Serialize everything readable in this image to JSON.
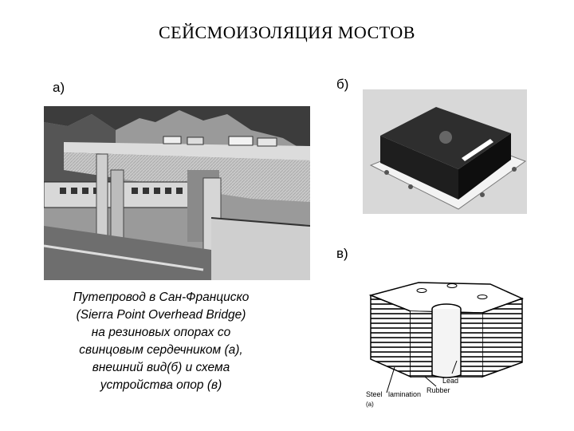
{
  "title": "СЕЙСМОИЗОЛЯЦИЯ МОСТОВ",
  "labels": {
    "a": "а)",
    "b": "б)",
    "c": "в)"
  },
  "caption_lines": [
    "Путепровод в Сан-Франциско",
    "(Sierra Point Overhead Bridge)",
    "на резиновых опорах со",
    "свинцовым сердечником (а),",
    "внешний вид(б) и схема",
    "устройства опор (в)"
  ],
  "diagram": {
    "label_lead": "Lead",
    "label_rubber": "Rubber",
    "label_steel": "Steel",
    "label_lamination": "lamination",
    "label_a": "(a)"
  }
}
